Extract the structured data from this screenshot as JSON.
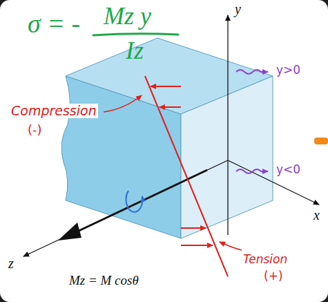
{
  "diagram": {
    "labels": [
      "σ = -",
      "Mz y",
      "Iz",
      "y",
      "y>0",
      "y<0",
      "Compression",
      "(-)",
      "Tension",
      "(+)",
      "x",
      "z",
      "Mz = M cosθ"
    ]
  }
}
